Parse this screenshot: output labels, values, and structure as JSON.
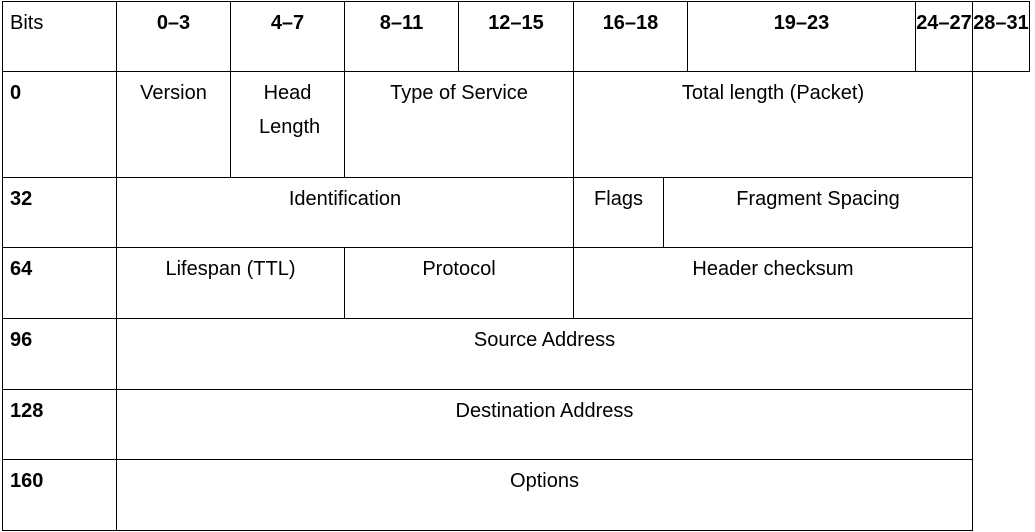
{
  "header": {
    "bits_label": "Bits",
    "columns": [
      "0–3",
      "4–7",
      "8–11",
      "12–15",
      "16–18",
      "19–23",
      "24–27",
      "28–31"
    ]
  },
  "rows": {
    "row0": {
      "offset": "0",
      "version": "Version",
      "head_length": "Head Length",
      "type_of_service": "Type of Service",
      "total_length": "Total length (Packet)"
    },
    "row32": {
      "offset": "32",
      "identification": "Identification",
      "flags": "Flags",
      "fragment_spacing": "Fragment Spacing"
    },
    "row64": {
      "offset": "64",
      "lifespan": "Lifespan (TTL)",
      "protocol": "Protocol",
      "header_checksum": "Header checksum"
    },
    "row96": {
      "offset": "96",
      "source_address": "Source Address"
    },
    "row128": {
      "offset": "128",
      "destination_address": "Destination Address"
    },
    "row160": {
      "offset": "160",
      "options": "Options"
    }
  }
}
